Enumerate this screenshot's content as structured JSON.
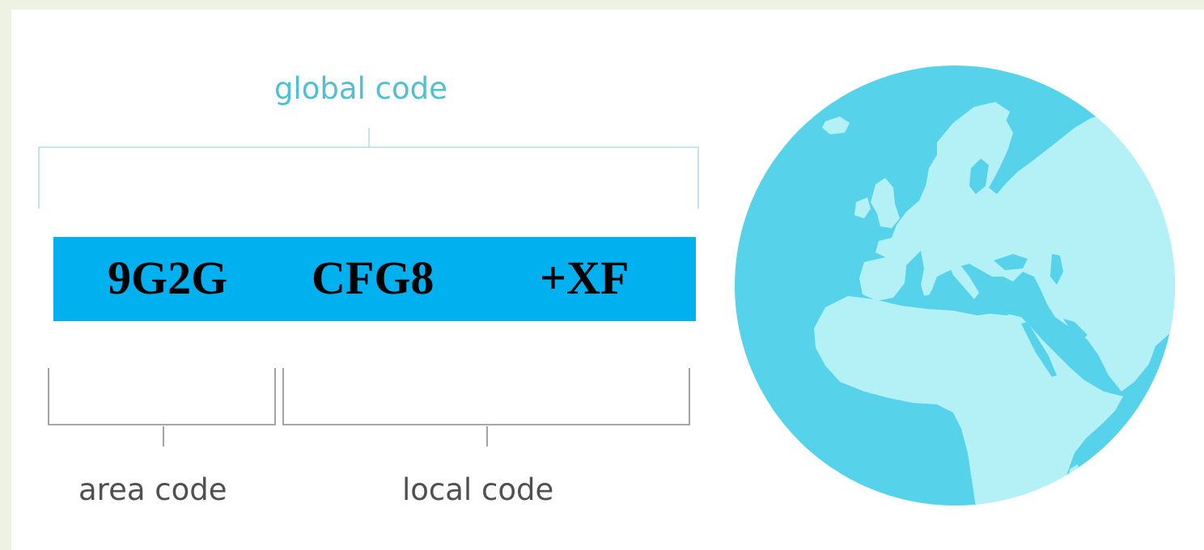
{
  "labels": {
    "global": "global code",
    "area": "area code",
    "local": "local code"
  },
  "code": {
    "area": "9G2G",
    "local": "CFG8",
    "extension": "+XF"
  },
  "colors": {
    "accent": "#4fc0d2",
    "code_box": "#00b0ef",
    "ocean": "#56d3ea",
    "land": "#b3f1f7",
    "bracket_light": "#b0dde5",
    "bracket_dark": "#8c8c8c",
    "page_border": "#eef2e3"
  },
  "icons": {
    "globe": "globe-europe-africa-icon"
  }
}
